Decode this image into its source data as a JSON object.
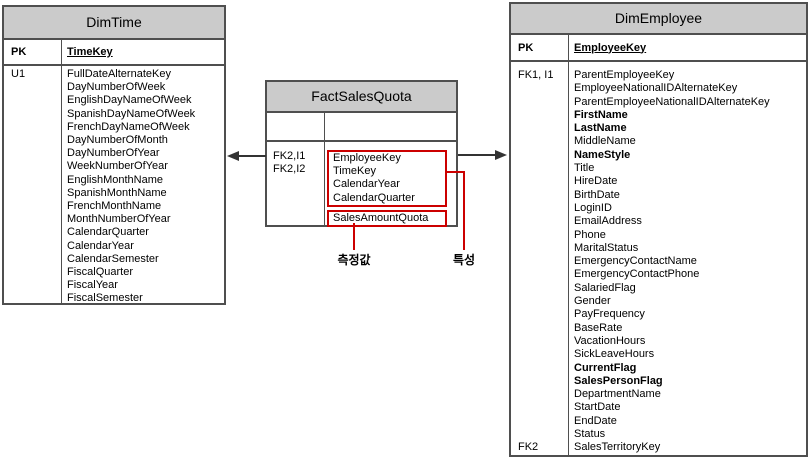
{
  "tables": {
    "dim_time": {
      "title": "DimTime",
      "pk_label": "PK",
      "pk_field": "TimeKey",
      "rows": [
        {
          "key": "U1",
          "field": "FullDateAlternateKey"
        },
        {
          "key": "",
          "field": "DayNumberOfWeek"
        },
        {
          "key": "",
          "field": "EnglishDayNameOfWeek"
        },
        {
          "key": "",
          "field": "SpanishDayNameOfWeek"
        },
        {
          "key": "",
          "field": "FrenchDayNameOfWeek"
        },
        {
          "key": "",
          "field": "DayNumberOfMonth"
        },
        {
          "key": "",
          "field": "DayNumberOfYear"
        },
        {
          "key": "",
          "field": "WeekNumberOfYear"
        },
        {
          "key": "",
          "field": "EnglishMonthName"
        },
        {
          "key": "",
          "field": "SpanishMonthName"
        },
        {
          "key": "",
          "field": "FrenchMonthName"
        },
        {
          "key": "",
          "field": "MonthNumberOfYear"
        },
        {
          "key": "",
          "field": "CalendarQuarter"
        },
        {
          "key": "",
          "field": "CalendarYear"
        },
        {
          "key": "",
          "field": "CalendarSemester"
        },
        {
          "key": "",
          "field": "FiscalQuarter"
        },
        {
          "key": "",
          "field": "FiscalYear"
        },
        {
          "key": "",
          "field": "FiscalSemester"
        }
      ]
    },
    "fact_sales_quota": {
      "title": "FactSalesQuota",
      "keys": [
        "FK2,I1",
        "FK2,I2"
      ],
      "attribute_fields": [
        "EmployeeKey",
        "TimeKey",
        "CalendarYear",
        "CalendarQuarter"
      ],
      "measure_fields": [
        "SalesAmountQuota"
      ]
    },
    "dim_employee": {
      "title": "DimEmployee",
      "pk_label": "PK",
      "pk_field": "EmployeeKey",
      "rows": [
        {
          "key": "FK1, I1",
          "field": "ParentEmployeeKey"
        },
        {
          "key": "",
          "field": "EmployeeNationalIDAlternateKey"
        },
        {
          "key": "",
          "field": "ParentEmployeeNationalIDAlternateKey"
        },
        {
          "key": "",
          "field": "FirstName",
          "bold": true
        },
        {
          "key": "",
          "field": "LastName",
          "bold": true
        },
        {
          "key": "",
          "field": "MiddleName"
        },
        {
          "key": "",
          "field": "NameStyle",
          "bold": true
        },
        {
          "key": "",
          "field": "Title"
        },
        {
          "key": "",
          "field": "HireDate"
        },
        {
          "key": "",
          "field": "BirthDate"
        },
        {
          "key": "",
          "field": "LoginID"
        },
        {
          "key": "",
          "field": "EmailAddress"
        },
        {
          "key": "",
          "field": "Phone"
        },
        {
          "key": "",
          "field": "MaritalStatus"
        },
        {
          "key": "",
          "field": "EmergencyContactName"
        },
        {
          "key": "",
          "field": "EmergencyContactPhone"
        },
        {
          "key": "",
          "field": "SalariedFlag"
        },
        {
          "key": "",
          "field": "Gender"
        },
        {
          "key": "",
          "field": "PayFrequency"
        },
        {
          "key": "",
          "field": "BaseRate"
        },
        {
          "key": "",
          "field": "VacationHours"
        },
        {
          "key": "",
          "field": "SickLeaveHours"
        },
        {
          "key": "",
          "field": "CurrentFlag",
          "bold": true
        },
        {
          "key": "",
          "field": "SalesPersonFlag",
          "bold": true
        },
        {
          "key": "",
          "field": "DepartmentName"
        },
        {
          "key": "",
          "field": "StartDate"
        },
        {
          "key": "",
          "field": "EndDate"
        },
        {
          "key": "",
          "field": "Status"
        },
        {
          "key": "FK2",
          "field": "SalesTerritoryKey"
        }
      ]
    }
  },
  "callouts": {
    "measure_label": "측정값",
    "attribute_label": "특성"
  },
  "colors": {
    "header_bg": "#cbcbcb",
    "table_border": "#4f4f4f",
    "highlight_red": "#cc0000",
    "connector": "#333333"
  }
}
